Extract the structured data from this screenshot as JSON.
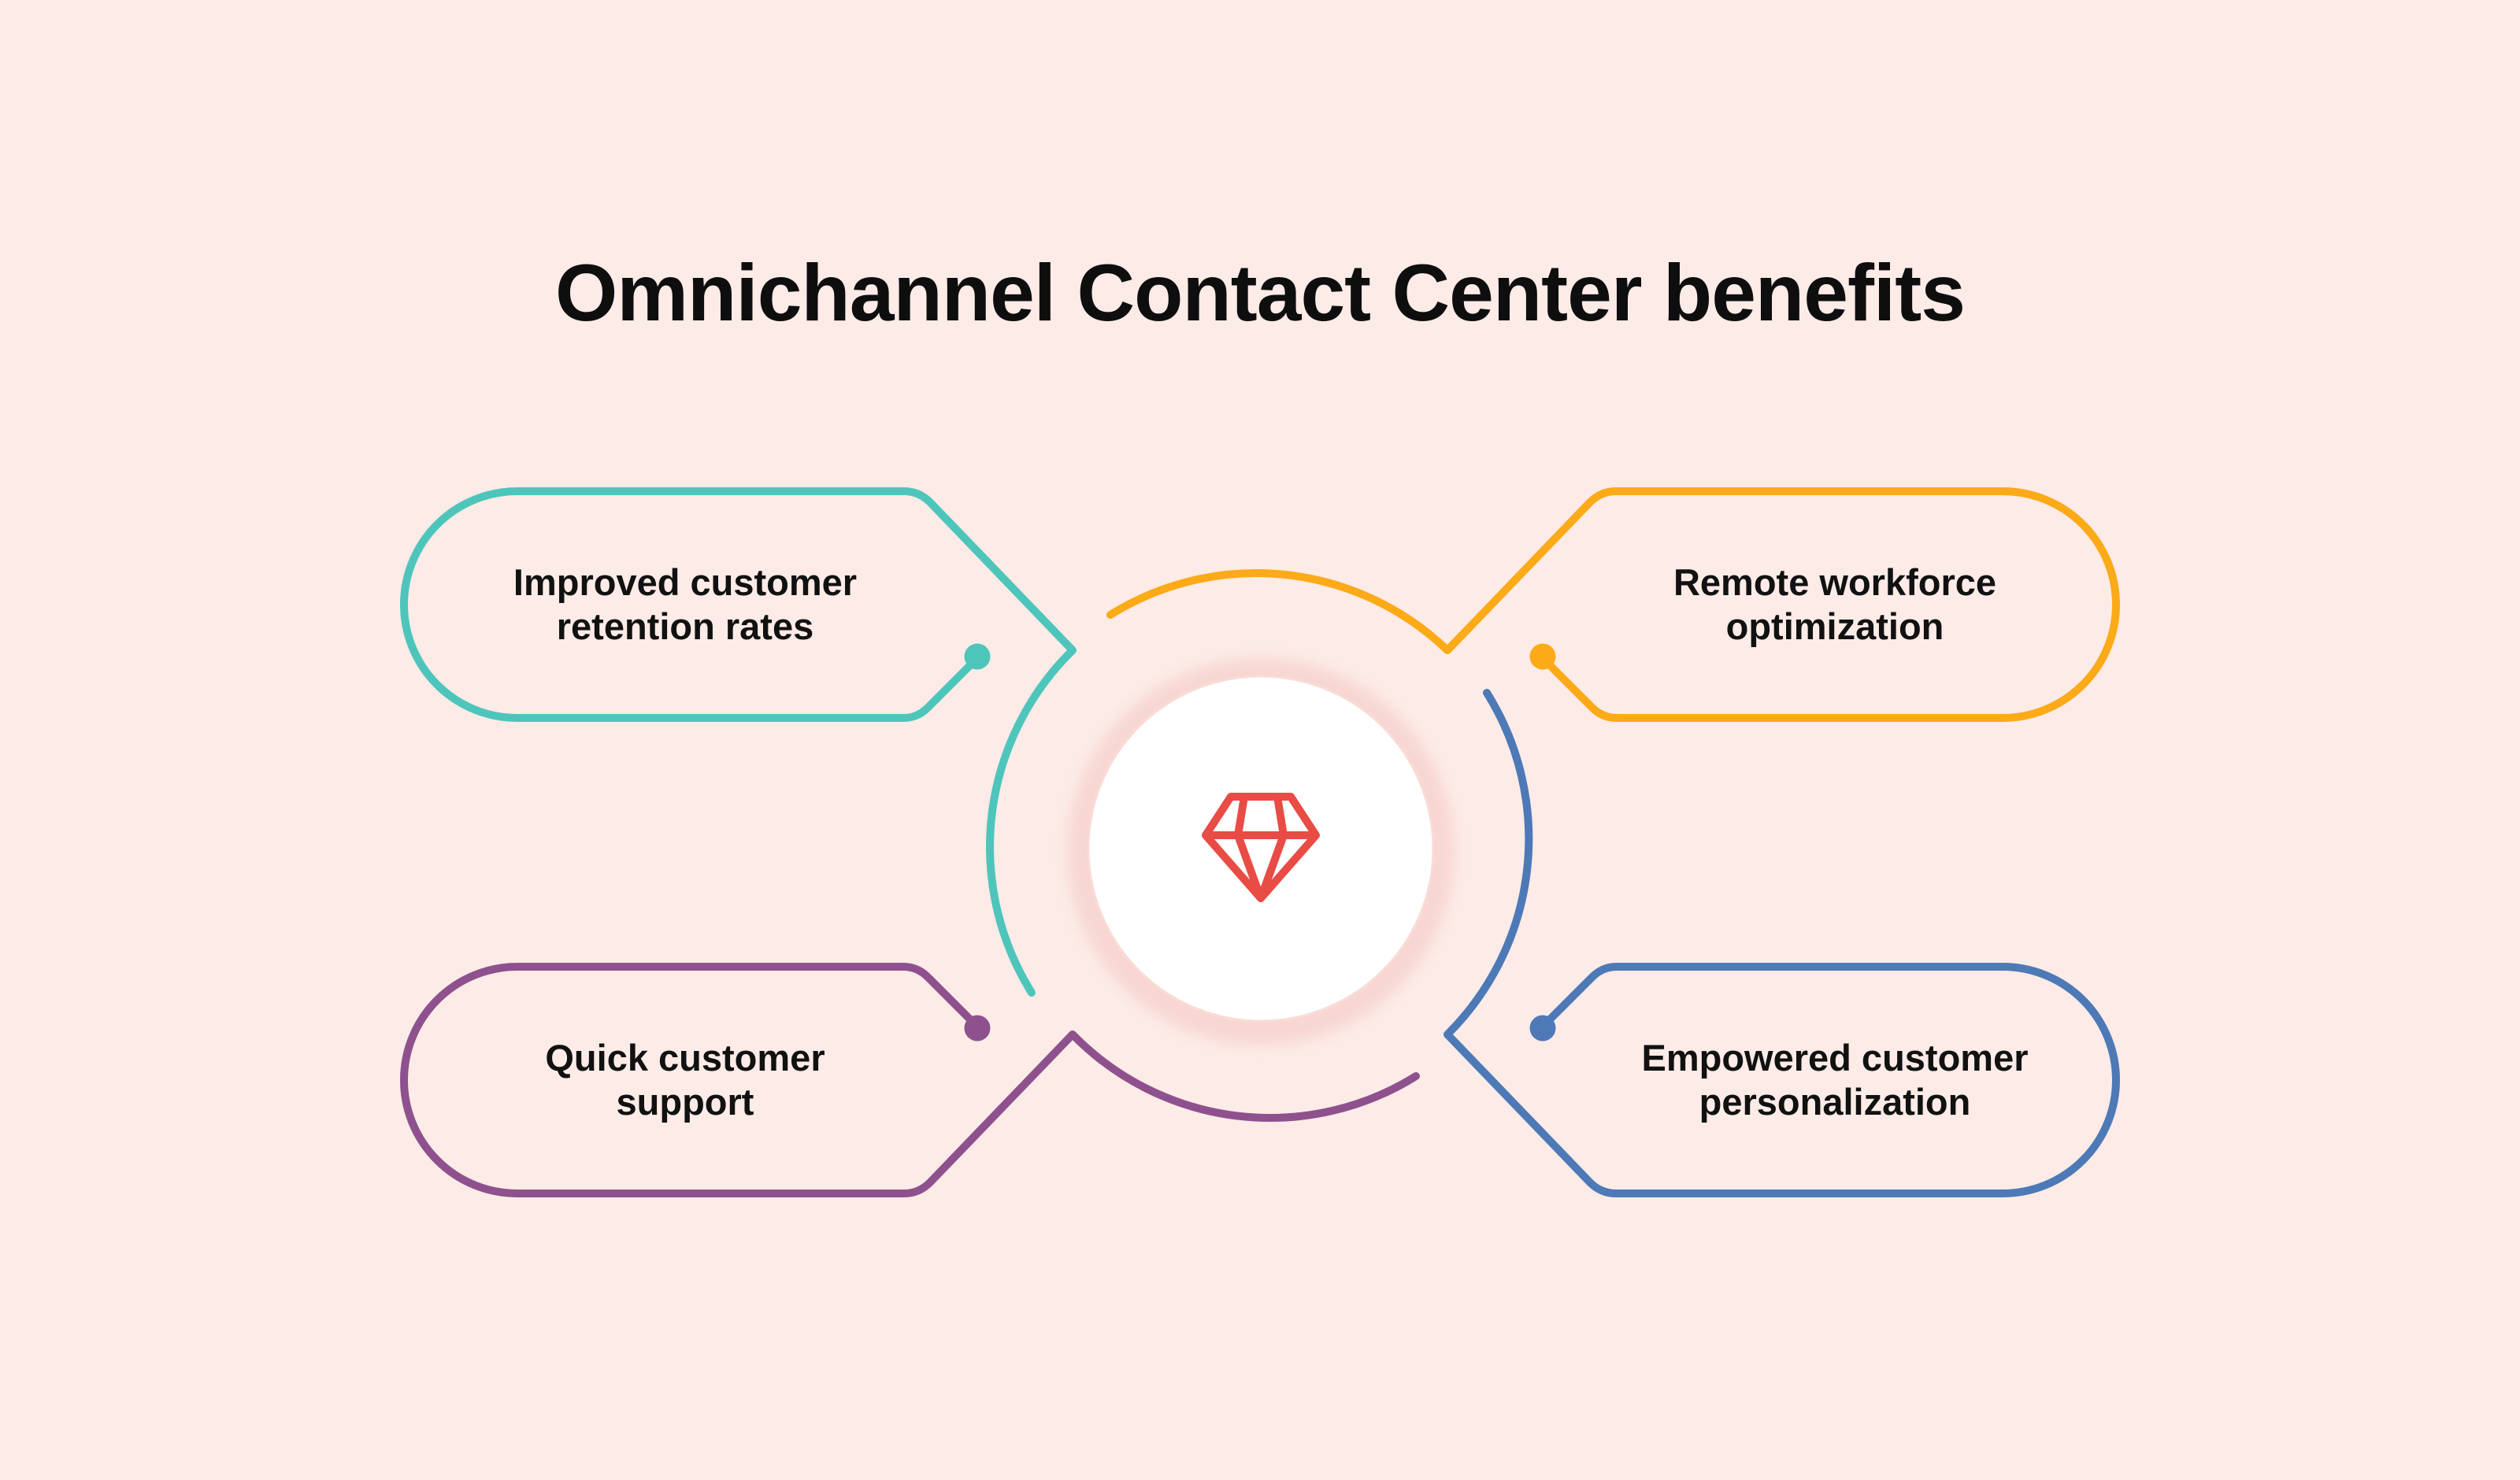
{
  "title": "Omnichannel Contact Center benefits",
  "colors": {
    "background": "#fcebe7",
    "title_text": "#0e0e0e",
    "label_text": "#111111",
    "diamond_red": "#e94b45",
    "circle_fill": "#ffffff",
    "circle_ring_pink": "#f8d7d2"
  },
  "center": {
    "icon": "diamond-gem-icon"
  },
  "benefits": [
    {
      "id": "improved-customer-retention-rates",
      "position": "top-left",
      "label": "Improved customer retention rates",
      "lines": [
        "Improved customer",
        "retention rates"
      ],
      "color": "#4ec5bb"
    },
    {
      "id": "remote-workforce-optimization",
      "position": "top-right",
      "label": "Remote workforce optimization",
      "lines": [
        "Remote workforce",
        "optimization"
      ],
      "color": "#fcaa17"
    },
    {
      "id": "quick-customer-support",
      "position": "bottom-left",
      "label": "Quick customer support",
      "lines": [
        "Quick customer",
        "support"
      ],
      "color": "#8e518e"
    },
    {
      "id": "empowered-customer-personalization",
      "position": "bottom-right",
      "label": "Empowered customer personalization",
      "lines": [
        "Empowered customer",
        "personalization"
      ],
      "color": "#4d79b7"
    }
  ]
}
